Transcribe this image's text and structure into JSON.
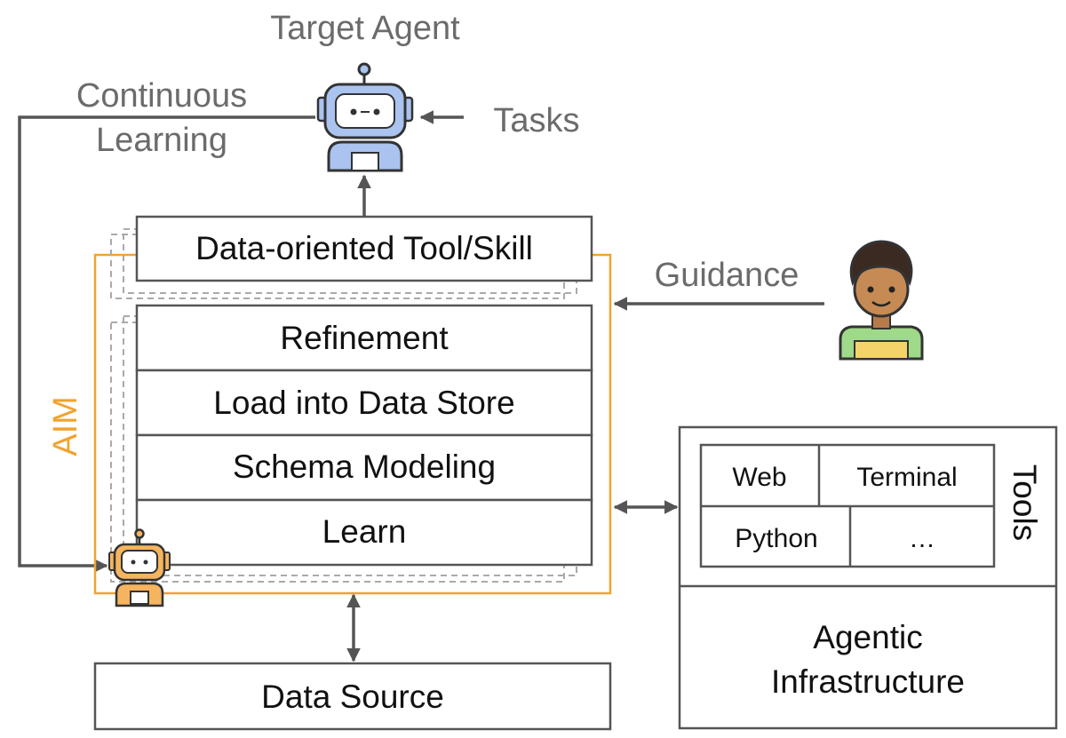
{
  "target_agent_label": "Target Agent",
  "continuous_learning": [
    "Continuous",
    "Learning"
  ],
  "tasks_label": "Tasks",
  "guidance_label": "Guidance",
  "aim_label": "AIM",
  "tool_skill_label": "Data-oriented Tool/Skill",
  "pipeline_steps": [
    "Refinement",
    "Load into Data Store",
    "Schema Modeling",
    "Learn"
  ],
  "data_source_label": "Data Source",
  "tools": {
    "title": "Tools",
    "items": [
      "Web",
      "Terminal",
      "Python",
      "…"
    ]
  },
  "infrastructure_label": [
    "Agentic",
    "Infrastructure"
  ],
  "colors": {
    "aim_orange": "#f0a330",
    "target_robot_blue": "#aac4ef",
    "aim_robot_orange": "#f5b45f",
    "line_gray": "#555555"
  },
  "icons": [
    "robot-icon",
    "robot-icon",
    "person-icon"
  ]
}
